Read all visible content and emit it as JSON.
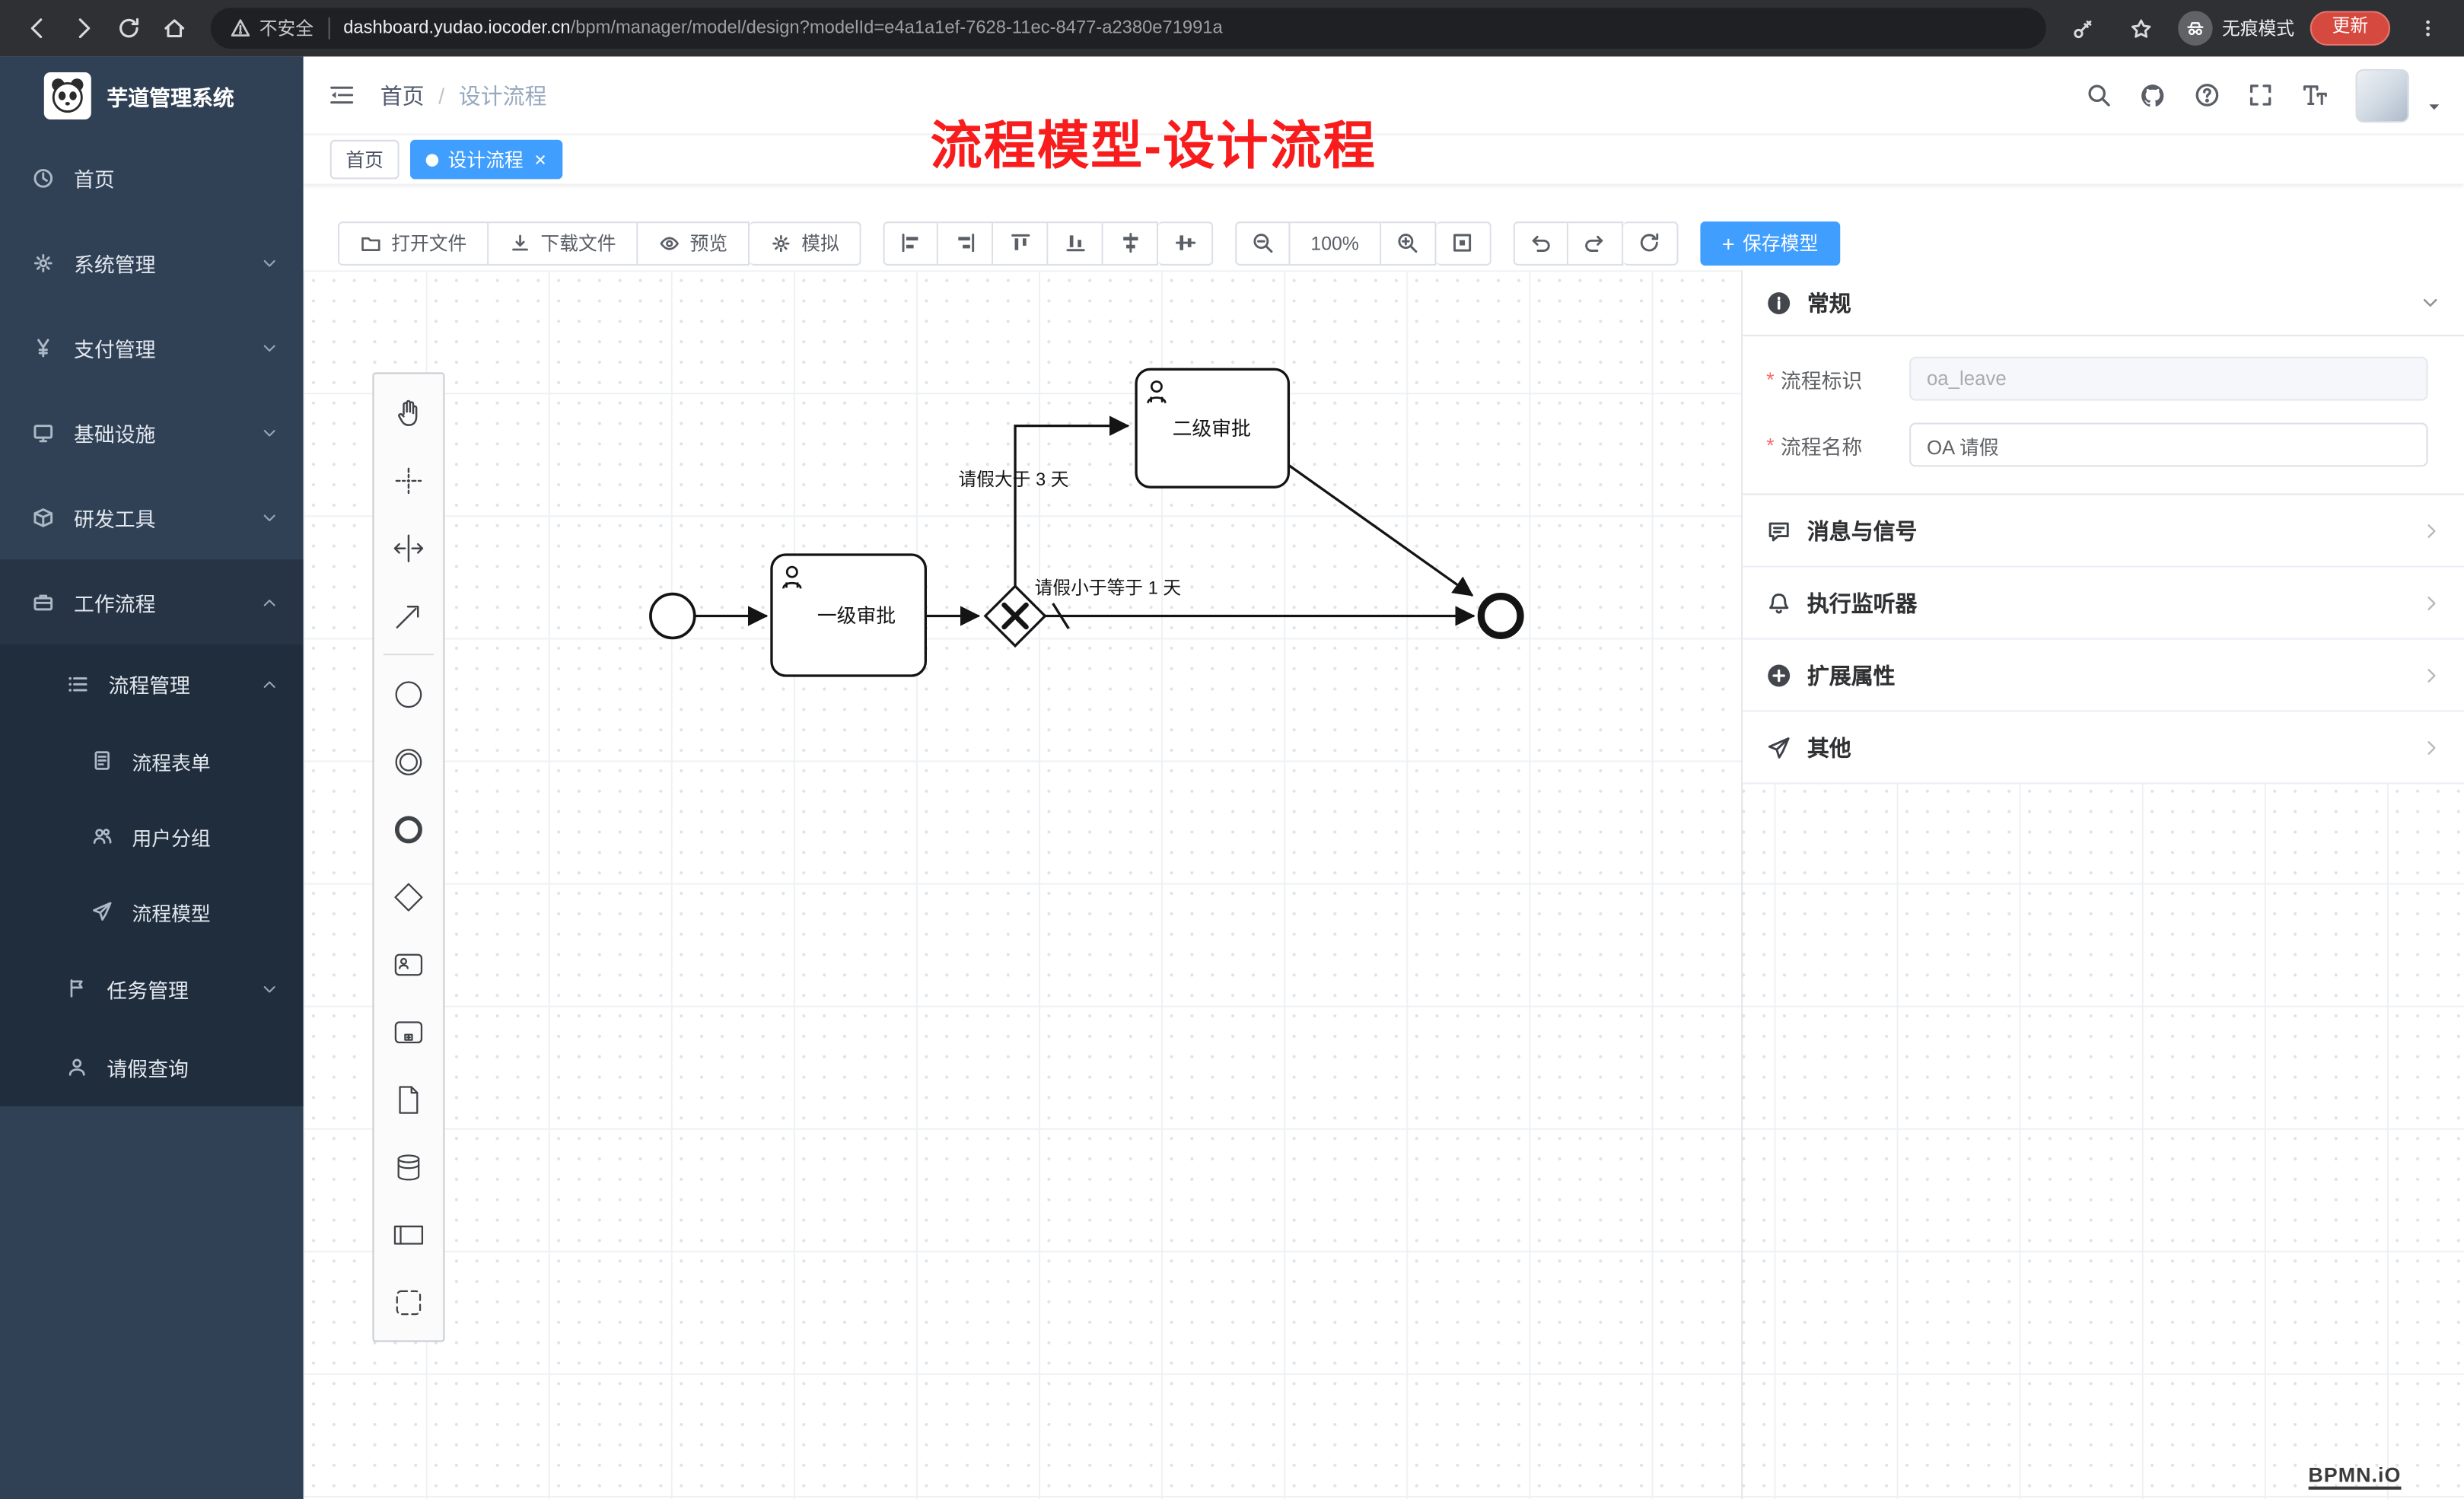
{
  "browser": {
    "security_label": "不安全",
    "url_domain": "dashboard.yudao.iocoder.cn",
    "url_path": "/bpm/manager/model/design?modelId=e4a1a1ef-7628-11ec-8477-a2380e71991a",
    "incognito_label": "无痕模式",
    "update_label": "更新"
  },
  "sidebar": {
    "app_title": "芋道管理系统",
    "items": [
      {
        "label": "首页"
      },
      {
        "label": "系统管理"
      },
      {
        "label": "支付管理"
      },
      {
        "label": "基础设施"
      },
      {
        "label": "研发工具"
      },
      {
        "label": "工作流程"
      },
      {
        "label": "流程管理"
      },
      {
        "label": "流程表单"
      },
      {
        "label": "用户分组"
      },
      {
        "label": "流程模型"
      },
      {
        "label": "任务管理"
      },
      {
        "label": "请假查询"
      }
    ]
  },
  "header": {
    "breadcrumb_home": "首页",
    "breadcrumb_sep": "/",
    "breadcrumb_current": "设计流程"
  },
  "tags": {
    "home": "首页",
    "current": "设计流程",
    "close": "×"
  },
  "annotation": "流程模型-设计流程",
  "toolbar": {
    "open": "打开文件",
    "download": "下载文件",
    "preview": "预览",
    "simulate": "模拟",
    "zoom_level": "100%",
    "save_plus": "+",
    "save": "保存模型"
  },
  "diagram": {
    "task1": "一级审批",
    "task2": "二级审批",
    "cond_gt": "请假大于 3 天",
    "cond_le": "请假小于等于 1 天"
  },
  "panel": {
    "general_title": "常规",
    "field_key_label": "流程标识",
    "field_key_value": "oa_leave",
    "field_name_label": "流程名称",
    "field_name_value": "OA 请假",
    "required_mark": "*",
    "sections": [
      {
        "label": "消息与信号"
      },
      {
        "label": "执行监听器"
      },
      {
        "label": "扩展属性"
      },
      {
        "label": "其他"
      }
    ]
  },
  "watermark": "BPMN.iO"
}
